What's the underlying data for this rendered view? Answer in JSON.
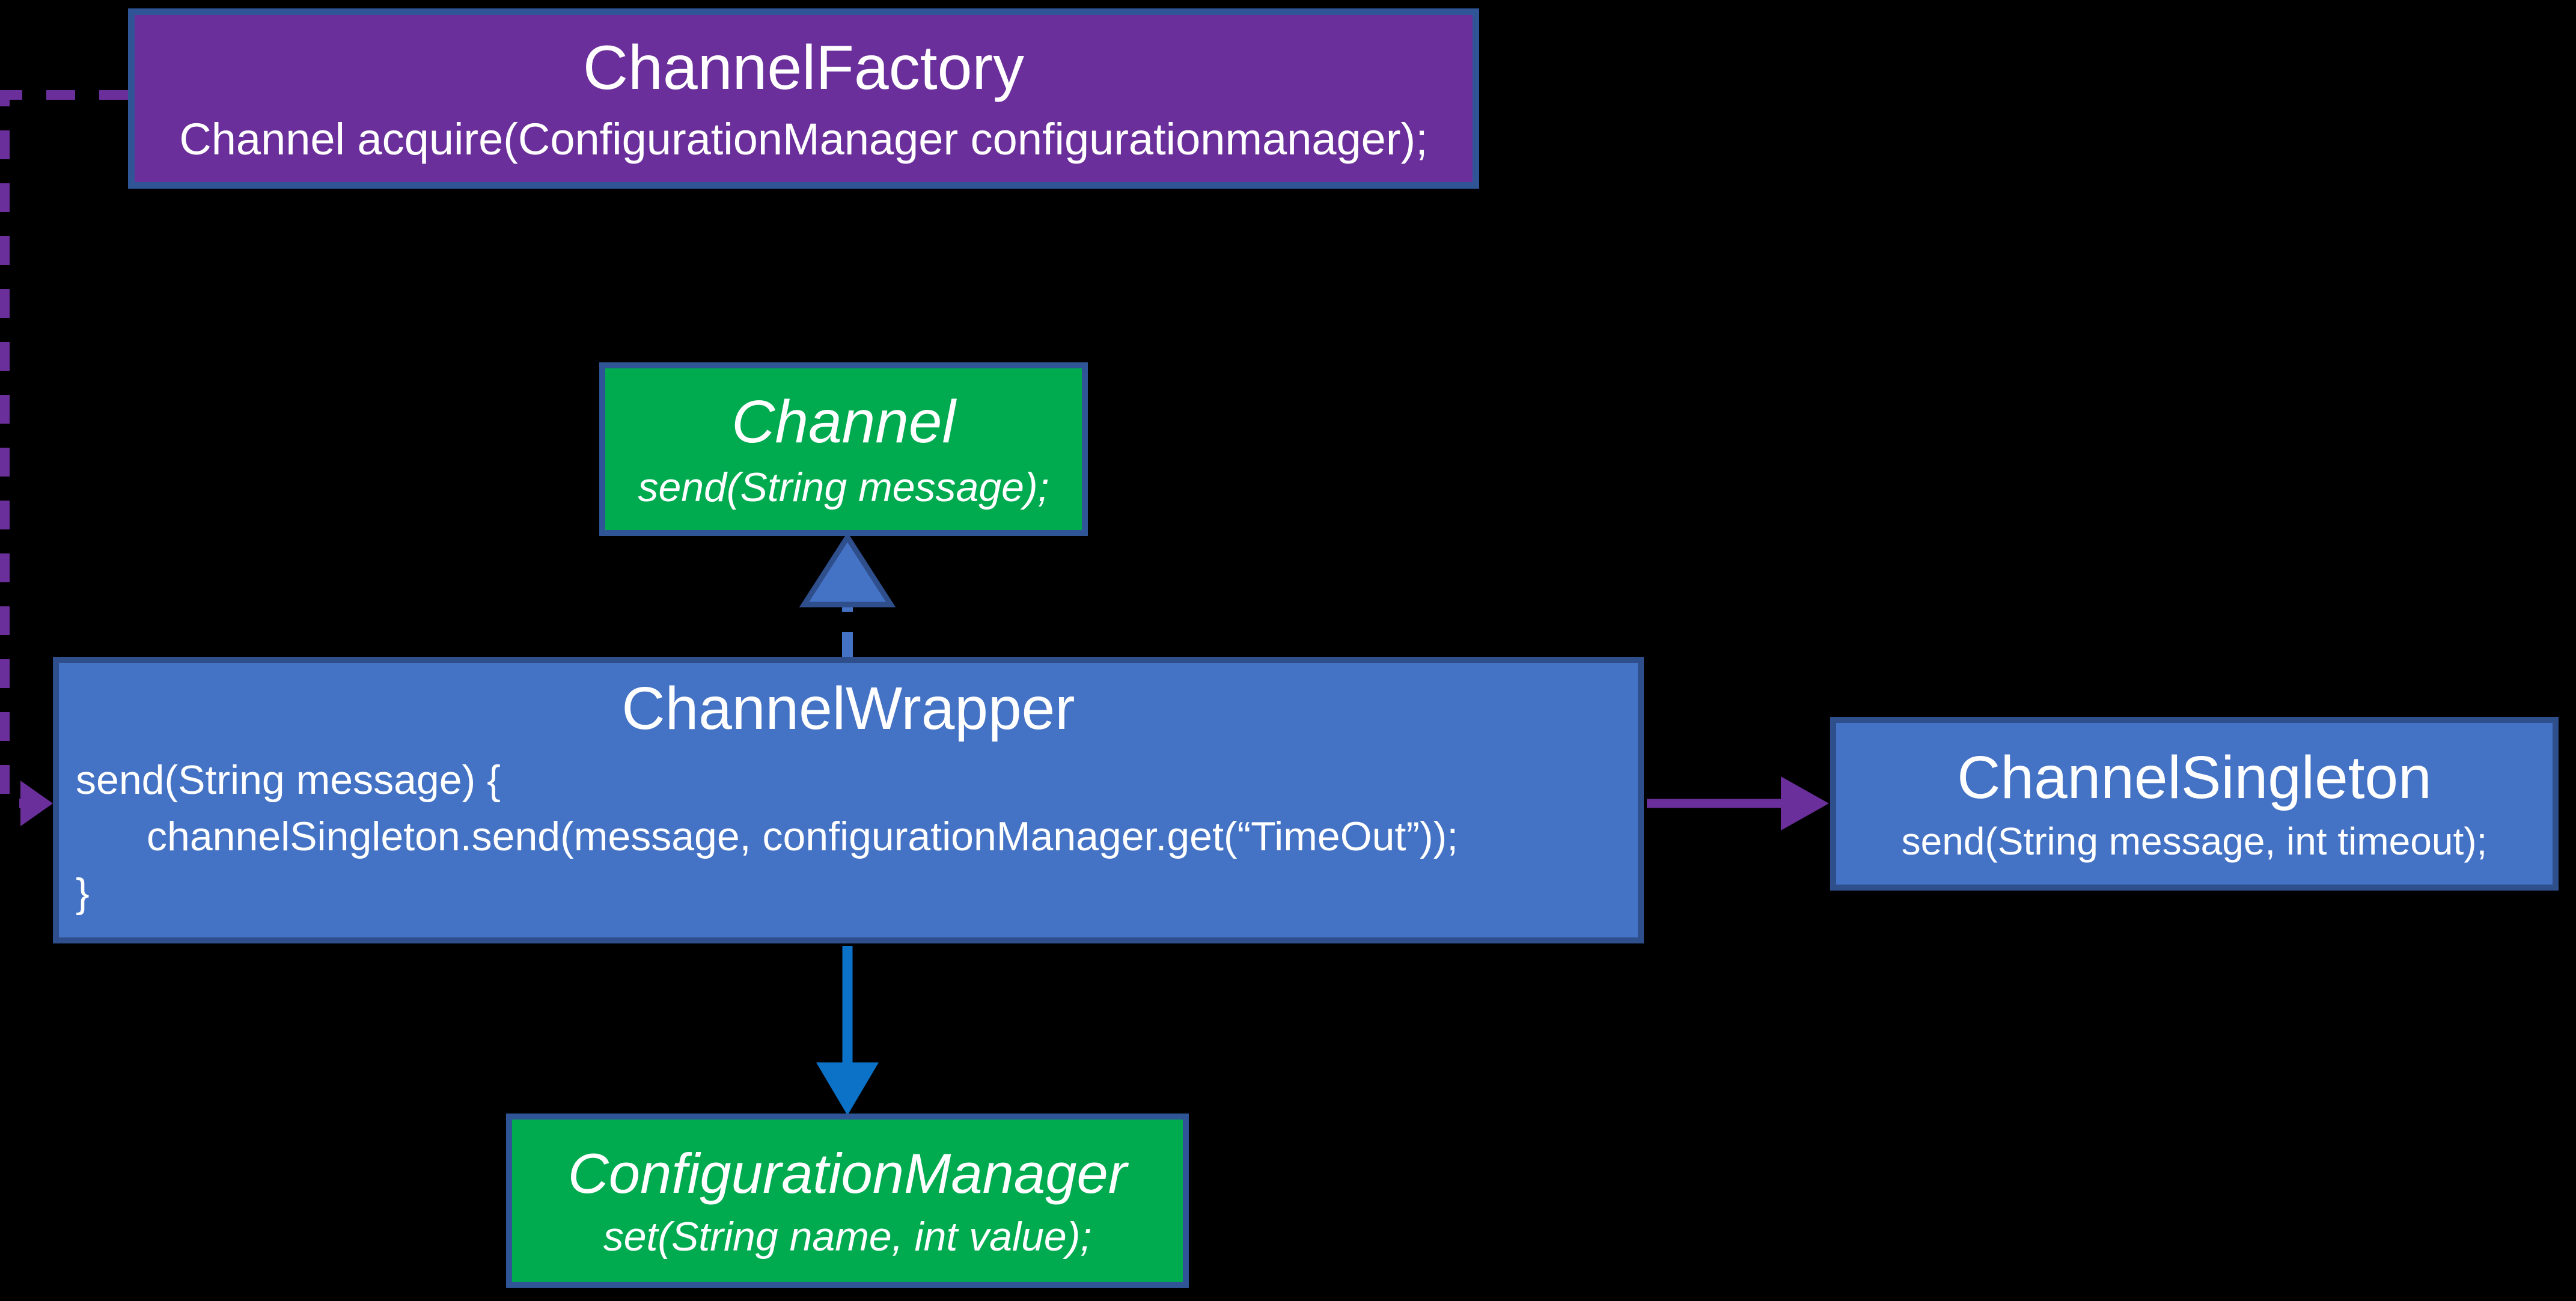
{
  "diagram": {
    "kind": "uml-class-diagram",
    "background": "#000000"
  },
  "colors": {
    "purple_fill": "#6B2F9B",
    "green_fill": "#00AB50",
    "blue_fill": "#4472C4",
    "outline_blue": "#2F5597",
    "outline_dark_blue": "#2E4E8C",
    "arrow_purple": "#6B2F9B",
    "arrow_bright_blue": "#0B72C8",
    "arrow_realization_blue": "#4472C4",
    "text": "#FFFFFF"
  },
  "nodes": {
    "channel_factory": {
      "title": "ChannelFactory",
      "body": "Channel acquire(ConfigurationManager configurationmanager);"
    },
    "channel": {
      "title": "Channel",
      "body": "send(String message);",
      "abstract": true
    },
    "channel_wrapper": {
      "title": "ChannelWrapper",
      "body_lines": [
        "send(String message) {",
        "channelSingleton.send(message, configurationManager.get(“TimeOut”));",
        "}"
      ]
    },
    "channel_singleton": {
      "title": "ChannelSingleton",
      "body": "send(String message, int timeout);"
    },
    "configuration_manager": {
      "title": "ConfigurationManager",
      "body": "set(String name, int value);",
      "abstract": true
    }
  },
  "edges": [
    {
      "name": "dependency-channelfactory-to-channelwrapper",
      "from": "ChannelFactory",
      "to": "ChannelWrapper",
      "line": "dashed",
      "arrowhead": "solid-triangle",
      "color": "#6B2F9B"
    },
    {
      "name": "realization-channelwrapper-to-channel",
      "from": "ChannelWrapper",
      "to": "Channel",
      "line": "dashed",
      "arrowhead": "outlined-triangle",
      "color": "#4472C4"
    },
    {
      "name": "association-channelwrapper-to-channelsingleton",
      "from": "ChannelWrapper",
      "to": "ChannelSingleton",
      "line": "solid",
      "arrowhead": "solid-triangle",
      "color": "#6B2F9B"
    },
    {
      "name": "association-channelwrapper-to-configurationmanager",
      "from": "ChannelWrapper",
      "to": "ConfigurationManager",
      "line": "solid",
      "arrowhead": "solid-triangle",
      "color": "#0B72C8"
    }
  ]
}
